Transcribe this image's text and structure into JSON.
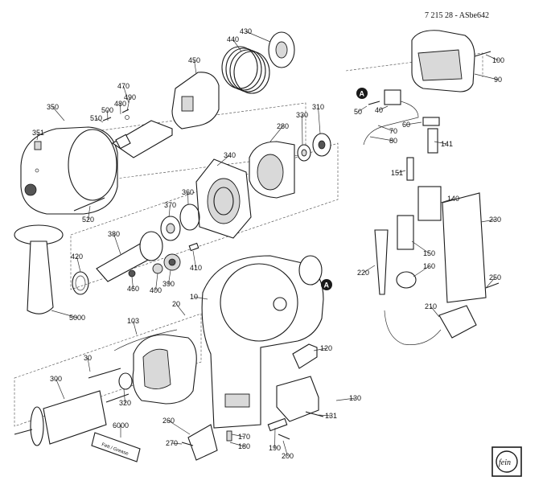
{
  "header": {
    "drawing_code": "7 215 28 - ASbe642"
  },
  "callout_marker": "A",
  "tube_label": "Fett / Grease",
  "logo_text": "fein",
  "parts": [
    {
      "id": "p10",
      "label": "10"
    },
    {
      "id": "p20",
      "label": "20"
    },
    {
      "id": "p30",
      "label": "30"
    },
    {
      "id": "p40",
      "label": "40"
    },
    {
      "id": "p50",
      "label": "50"
    },
    {
      "id": "p60",
      "label": "60"
    },
    {
      "id": "p70",
      "label": "70"
    },
    {
      "id": "p80",
      "label": "80"
    },
    {
      "id": "p90",
      "label": "90"
    },
    {
      "id": "p100",
      "label": "100"
    },
    {
      "id": "p103",
      "label": "103"
    },
    {
      "id": "p120",
      "label": "120"
    },
    {
      "id": "p130",
      "label": "130"
    },
    {
      "id": "p131",
      "label": "131"
    },
    {
      "id": "p140",
      "label": "140"
    },
    {
      "id": "p141",
      "label": "141"
    },
    {
      "id": "p150",
      "label": "150"
    },
    {
      "id": "p151",
      "label": "151"
    },
    {
      "id": "p160",
      "label": "160"
    },
    {
      "id": "p170",
      "label": "170"
    },
    {
      "id": "p180",
      "label": "180"
    },
    {
      "id": "p190",
      "label": "190"
    },
    {
      "id": "p200",
      "label": "200"
    },
    {
      "id": "p210",
      "label": "210"
    },
    {
      "id": "p220",
      "label": "220"
    },
    {
      "id": "p230",
      "label": "230"
    },
    {
      "id": "p250",
      "label": "250"
    },
    {
      "id": "p260",
      "label": "260"
    },
    {
      "id": "p270",
      "label": "270"
    },
    {
      "id": "p280",
      "label": "280"
    },
    {
      "id": "p300",
      "label": "300"
    },
    {
      "id": "p310",
      "label": "310"
    },
    {
      "id": "p320",
      "label": "320"
    },
    {
      "id": "p330",
      "label": "330"
    },
    {
      "id": "p340",
      "label": "340"
    },
    {
      "id": "p350",
      "label": "350"
    },
    {
      "id": "p351",
      "label": "351"
    },
    {
      "id": "p360",
      "label": "360"
    },
    {
      "id": "p370",
      "label": "370"
    },
    {
      "id": "p380",
      "label": "380"
    },
    {
      "id": "p390",
      "label": "390"
    },
    {
      "id": "p400",
      "label": "400"
    },
    {
      "id": "p410",
      "label": "410"
    },
    {
      "id": "p420",
      "label": "420"
    },
    {
      "id": "p430",
      "label": "430"
    },
    {
      "id": "p440",
      "label": "440"
    },
    {
      "id": "p450",
      "label": "450"
    },
    {
      "id": "p460",
      "label": "460"
    },
    {
      "id": "p470",
      "label": "470"
    },
    {
      "id": "p480",
      "label": "480"
    },
    {
      "id": "p490",
      "label": "490"
    },
    {
      "id": "p500",
      "label": "500"
    },
    {
      "id": "p510",
      "label": "510"
    },
    {
      "id": "p520",
      "label": "520"
    },
    {
      "id": "p5000",
      "label": "5000"
    },
    {
      "id": "p6000",
      "label": "6000"
    }
  ]
}
